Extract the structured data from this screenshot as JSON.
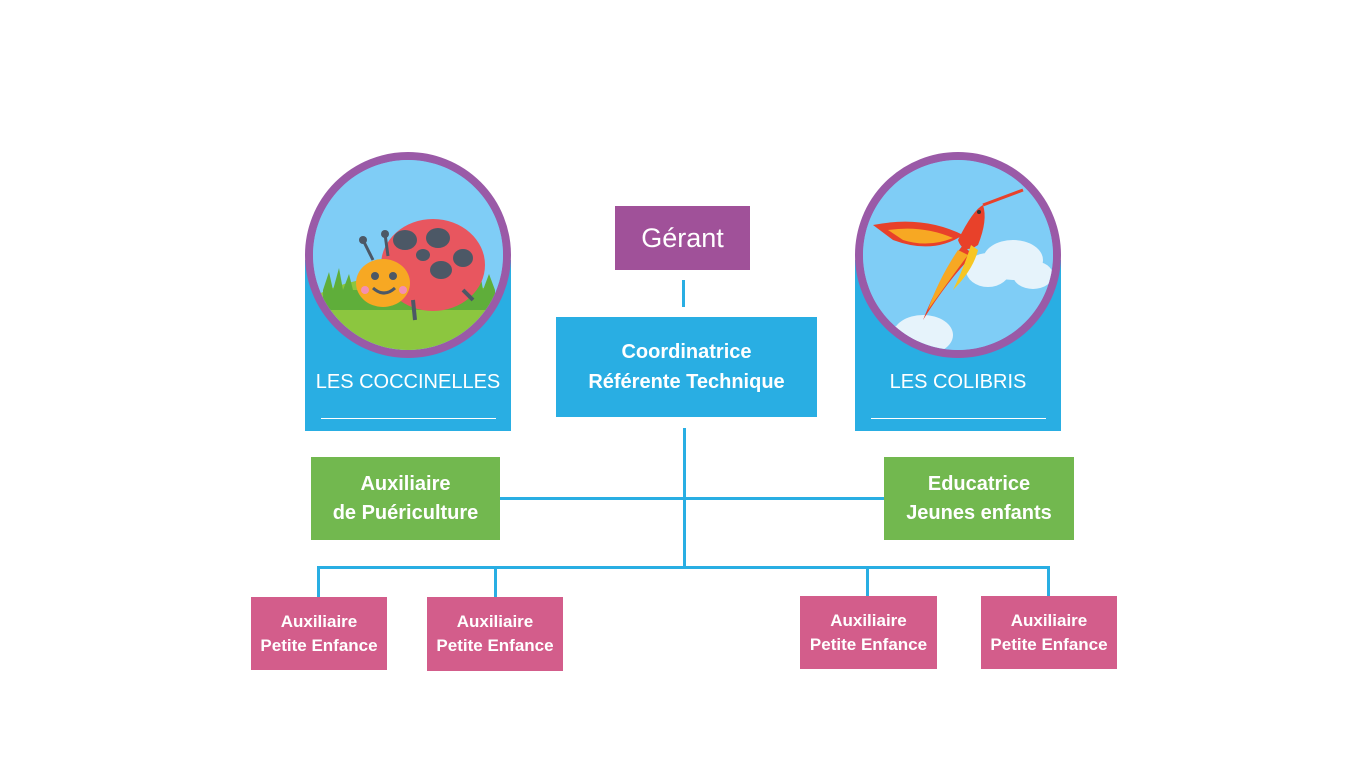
{
  "groups": [
    {
      "id": "coccinelles",
      "line1": "LES",
      "line2": "COCCINELLES",
      "icon": "ladybug-icon"
    },
    {
      "id": "colibris",
      "line1": "LES",
      "line2": "COLIBRIS",
      "icon": "hummingbird-icon"
    }
  ],
  "nodes": {
    "gerant": {
      "label": "Gérant"
    },
    "coordinatrice": {
      "line1": "Coordinatrice",
      "line2": "Référente Technique"
    },
    "auxiliaire_puericulture": {
      "line1": "Auxiliaire",
      "line2": "de Puériculture"
    },
    "educatrice": {
      "line1": "Educatrice",
      "line2": "Jeunes enfants"
    },
    "petite_enfance": [
      {
        "line1": "Auxiliaire",
        "line2": "Petite Enfance"
      },
      {
        "line1": "Auxiliaire",
        "line2": "Petite Enfance"
      },
      {
        "line1": "Auxiliaire",
        "line2": "Petite Enfance"
      },
      {
        "line1": "Auxiliaire",
        "line2": "Petite Enfance"
      }
    ]
  },
  "colors": {
    "gerant": "#a05199",
    "coordinatrice": "#29aee3",
    "green": "#72b84f",
    "pink": "#d35d8b",
    "connector": "#29aee3",
    "circle_border": "#9a5aa7"
  }
}
